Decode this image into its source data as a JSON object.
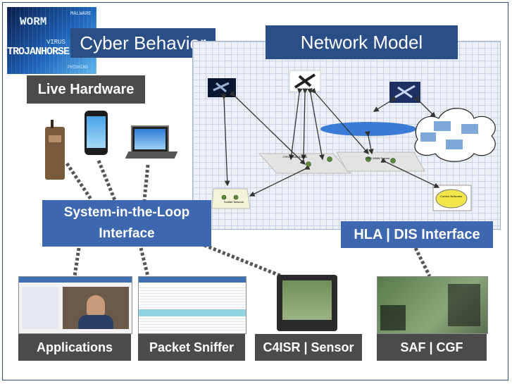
{
  "cyber_behavior": {
    "label": "Cyber Behavior",
    "banner_words": [
      "WORM",
      "MALWARE",
      "VIRUS",
      "TROJANHORSE",
      "PHISHING"
    ]
  },
  "network_model": {
    "label": "Network Model",
    "tiny_labels": [
      "JTRS WNW Subnet",
      "JTRS WNW Subnet",
      "Soldier Network",
      "Current Networks"
    ]
  },
  "live_hardware": {
    "label": "Live Hardware"
  },
  "sitl": {
    "line1": "System-in-the-Loop",
    "line2": "Interface"
  },
  "hla": {
    "label": "HLA | DIS Interface"
  },
  "bottom": {
    "applications": "Applications",
    "packet_sniffer": "Packet Sniffer",
    "c4isr": "C4ISR | Sensor",
    "saf": "SAF | CGF"
  },
  "colors": {
    "dark_box": "#2a4e86",
    "mid_box": "#3d68b0",
    "gray_box": "#4b4b4b",
    "grid_bg": "#edf1f7",
    "cloud_blue": "#3a7bd5"
  }
}
